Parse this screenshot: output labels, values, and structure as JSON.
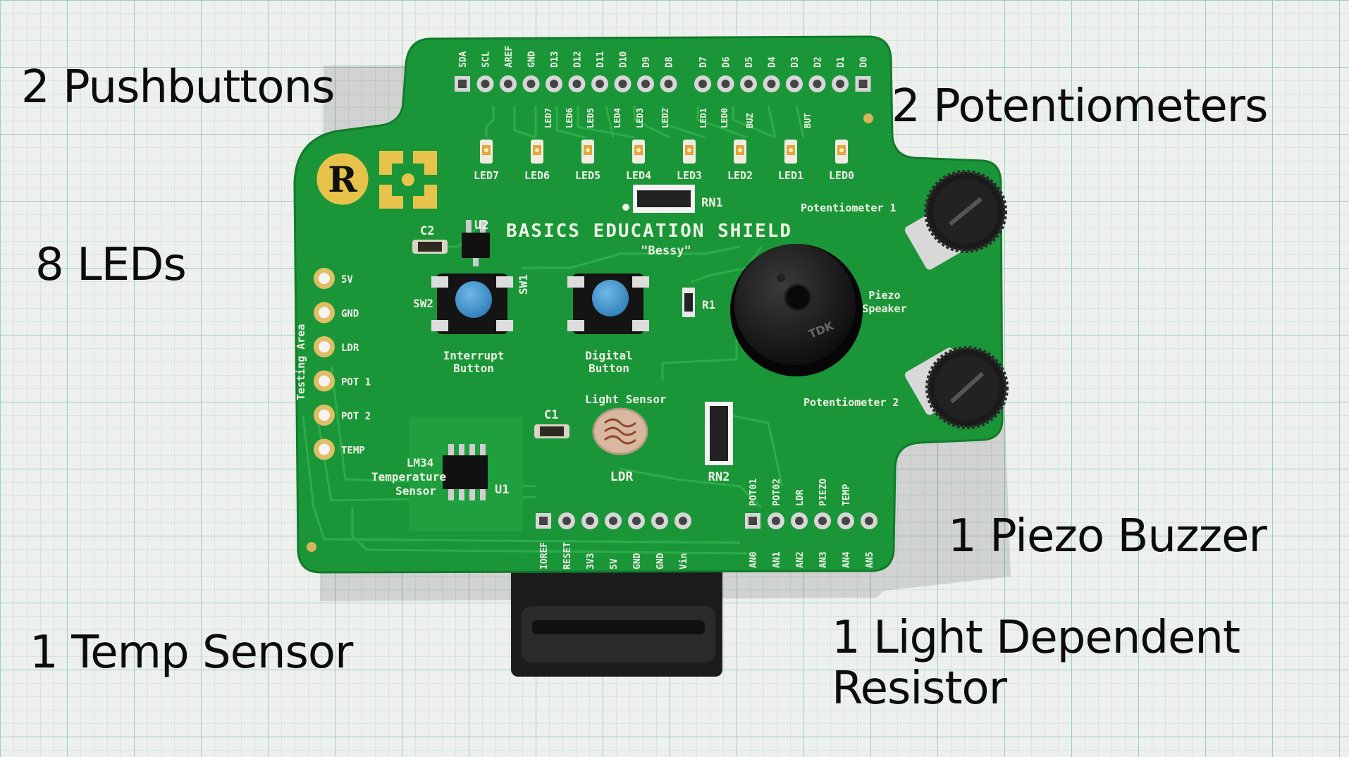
{
  "labels": {
    "pushbuttons": "2 Pushbuttons",
    "leds": "8 LEDs",
    "temp_sensor": "1 Temp Sensor",
    "potentiometers": "2 Potentiometers",
    "piezo": "1 Piezo Buzzer",
    "ldr_line1": "1 Light Dependent",
    "ldr_line2": "Resistor"
  },
  "board": {
    "title": "BASICS EDUCATION SHIELD",
    "nickname": "\"Bessy\"",
    "logo_letter": "R",
    "top_header_pins": [
      "SDA",
      "SCL",
      "AREF",
      "GND",
      "D13",
      "D12",
      "D11",
      "D10",
      "D9",
      "D8",
      "D7",
      "D6",
      "D5",
      "D4",
      "D3",
      "D2",
      "D1",
      "D0"
    ],
    "led_trace_labels": [
      "LED7",
      "LED6",
      "LED5",
      "LED4",
      "LED3",
      "LED2",
      "LED1",
      "LED0",
      "BUZ",
      "BUT"
    ],
    "leds": [
      "LED7",
      "LED6",
      "LED5",
      "LED4",
      "LED3",
      "LED2",
      "LED1",
      "LED0"
    ],
    "rn1": "RN1",
    "rn2": "RN2",
    "c1": "C1",
    "c2": "C2",
    "u1": "U1",
    "u2": "U2",
    "r1": "R1",
    "sw1": "SW1",
    "sw2": "SW2",
    "interrupt_button": [
      "Interrupt",
      "Button"
    ],
    "digital_button": [
      "Digital",
      "Button"
    ],
    "piezo_speaker": [
      "Piezo",
      "Speaker"
    ],
    "potentiometer1": "Potentiometer 1",
    "potentiometer2": "Potentiometer 2",
    "light_sensor": "Light Sensor",
    "ldr": "LDR",
    "temp_sensor_label": [
      "LM34",
      "Temperature",
      "Sensor"
    ],
    "testing_area": "Testing Area",
    "testing_pins": [
      "5V",
      "GND",
      "LDR",
      "POT 1",
      "POT 2",
      "TEMP"
    ],
    "power_pins": [
      "IOREF",
      "RESET",
      "3V3",
      "5V",
      "GND",
      "GND",
      "Vin"
    ],
    "analog_pins": [
      "AN0",
      "AN1",
      "AN2",
      "AN3",
      "AN4",
      "AN5"
    ],
    "analog_trace_labels": [
      "POT01",
      "POT02",
      "LDR",
      "PIEZO",
      "TEMP"
    ],
    "buzzer_brand": "TDK"
  },
  "colors": {
    "pcb": "#1a9638",
    "pcb_dark": "#127a2c",
    "silkscreen": "#eef3e4",
    "gold": "#d7b55c",
    "button_cap": "#3b8fc8",
    "background": "#eef0ee",
    "grid": "#9ccfbd"
  }
}
